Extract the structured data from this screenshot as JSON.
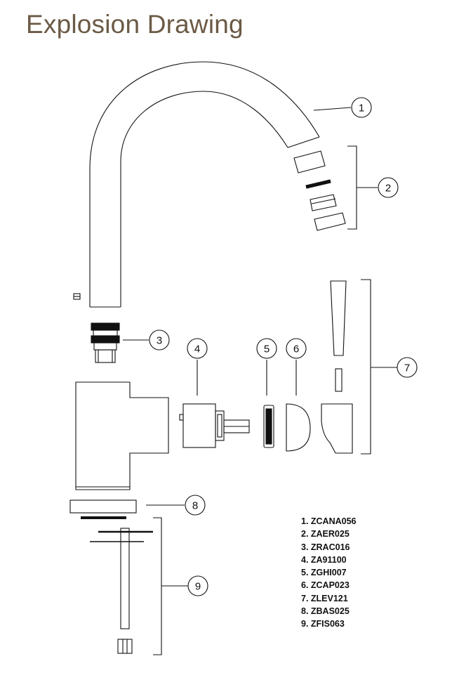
{
  "title": "Explosion Drawing",
  "colors": {
    "title": "#6b5a45",
    "line": "#111111"
  },
  "callouts": [
    "1",
    "2",
    "3",
    "4",
    "5",
    "6",
    "7",
    "8",
    "9"
  ],
  "parts_list": [
    "1. ZCANA056",
    "2. ZAER025",
    "3. ZRAC016",
    "4. ZA91100",
    "5. ZGHI007",
    "6. ZCAP023",
    "7. ZLEV121",
    "8. ZBAS025",
    "9. ZFIS063"
  ]
}
